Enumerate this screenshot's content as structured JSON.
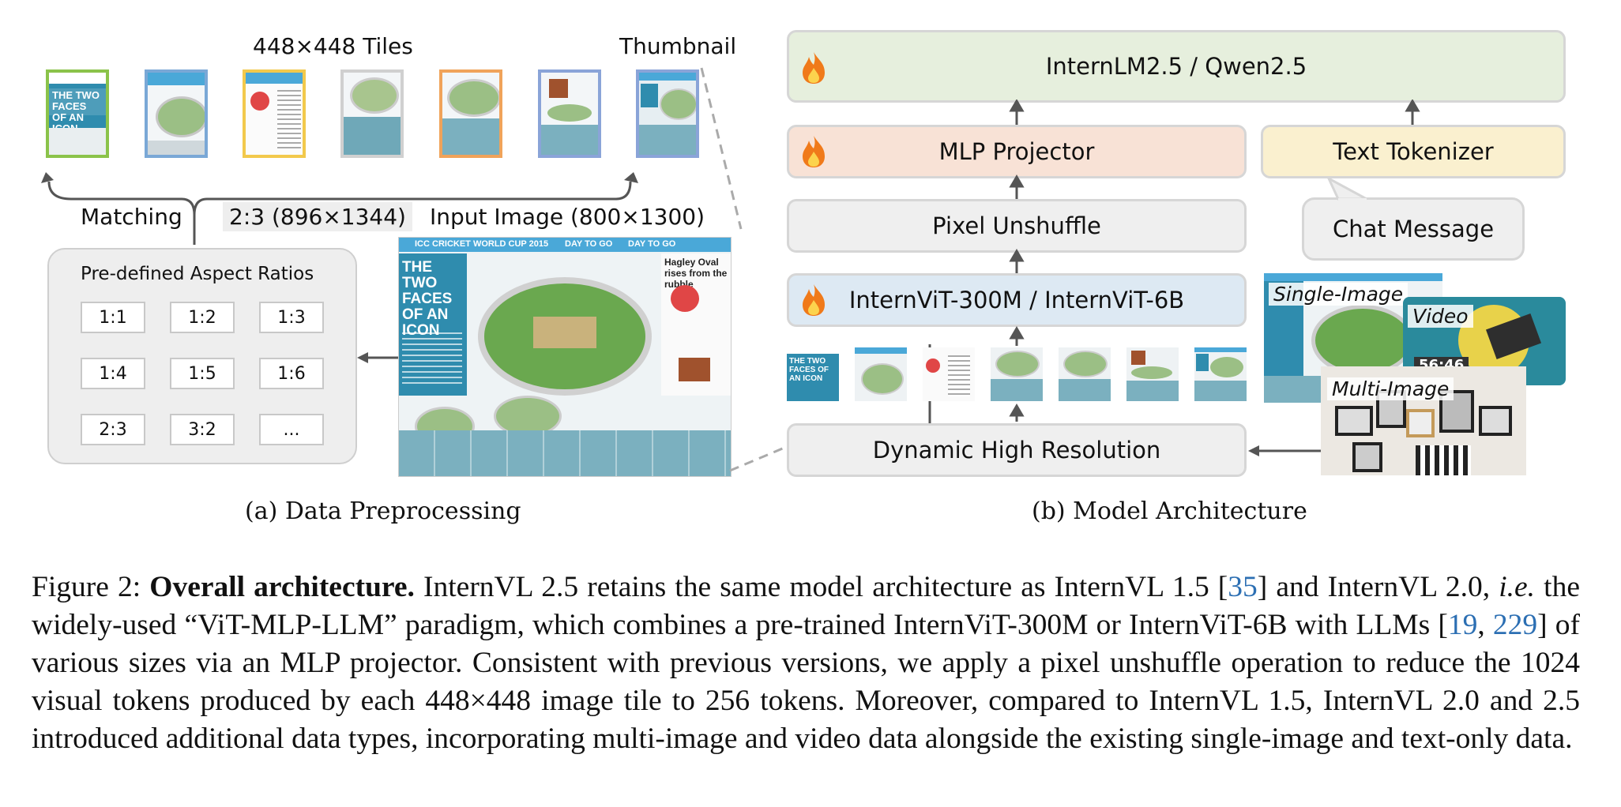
{
  "colors": {
    "llm_box": "#e6efdd",
    "mlp_box": "#f8e2d6",
    "tokenizer_box": "#faf0cf",
    "vit_box": "#dde9f3",
    "gray_box": "#efefef",
    "link": "#2c6fb3",
    "flame": "#f07a1a"
  },
  "left_panel": {
    "tiles_label": "448×448 Tiles",
    "thumbnail_label": "Thumbnail",
    "matching_label": "Matching",
    "selected_ratio": "2:3 (896×1344)",
    "input_image_label": "Input Image (800×1300)",
    "ratios_title": "Pre-defined Aspect Ratios",
    "ratios": [
      "1:1",
      "1:2",
      "1:3",
      "1:4",
      "1:5",
      "1:6",
      "2:3",
      "3:2",
      "..."
    ],
    "caption": "(a) Data Preprocessing",
    "poster_headline": "THE TWO FACES OF AN ICON",
    "poster_banner_left": "ICC CRICKET WORLD CUP 2015",
    "poster_banner_mid": "DAY TO GO",
    "poster_banner_right": "DAY TO GO",
    "poster_side_title": "Hagley Oval rises from the rubble"
  },
  "right_panel": {
    "llm_label": "InternLM2.5 / Qwen2.5",
    "mlp_label": "MLP Projector",
    "tokenizer_label": "Text Tokenizer",
    "unshuffle_label": "Pixel Unshuffle",
    "chat_label": "Chat Message",
    "vit_label": "InternViT-300M / InternViT-6B",
    "dhr_label": "Dynamic High Resolution",
    "single_image_label": "Single-Image",
    "video_label": "Video",
    "video_time": "56:46",
    "multi_image_label": "Multi-Image",
    "caption": "(b) Model Architecture",
    "icons": [
      "flame-icon",
      "flame-icon",
      "flame-icon"
    ]
  },
  "figure_caption": {
    "prefix": "Figure 2: ",
    "bold_title": "Overall architecture.",
    "t1": " InternVL 2.5 retains the same model architecture as InternVL 1.5 [",
    "ref1": "35",
    "t2": "] and InternVL 2.0, ",
    "ie": "i.e.",
    "t3": " the widely-used “ViT-MLP-LLM” paradigm, which combines a pre-trained InternViT-300M or InternViT-6B with LLMs [",
    "ref2": "19",
    "t4": ", ",
    "ref3": "229",
    "t5": "] of various sizes via an MLP projector. Consistent with previous versions, we apply a pixel unshuffle operation to reduce the 1024 visual tokens produced by each 448×448 image tile to 256 tokens. Moreover, compared to InternVL 1.5, InternVL 2.0 and 2.5 introduced additional data types, incorporating multi-image and video data alongside the existing single-image and text-only data."
  }
}
